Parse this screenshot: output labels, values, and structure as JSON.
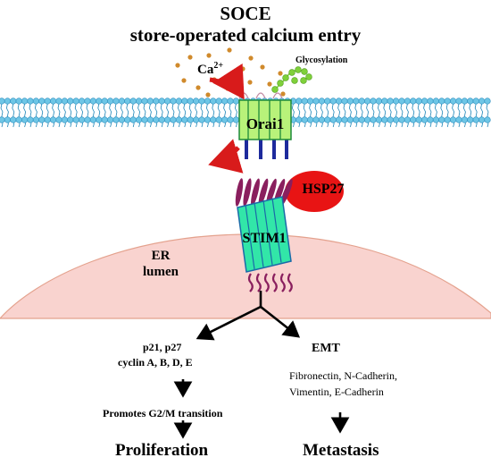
{
  "title": {
    "line1": "SOCE",
    "line2": "store-operated calcium entry"
  },
  "labels": {
    "ion": "Ca",
    "ion_charge": "2+",
    "glycosylation": "Glycosylation",
    "orai": "Orai1",
    "hsp": "HSP27",
    "stim": "STIM1",
    "er_line1": "ER",
    "er_line2": "lumen"
  },
  "left_branch": {
    "markers_line1": "p21, p27",
    "markers_line2": "cyclin A, B, D, E",
    "step": "Promotes G2/M transition",
    "outcome": "Proliferation"
  },
  "right_branch": {
    "header": "EMT",
    "markers_line1": "Fibronectin, N-Cadherin,",
    "markers_line2": "Vimentin, E-Cadherin",
    "outcome": "Metastasis"
  },
  "colors": {
    "membrane_head": "#6ec6e6",
    "membrane_tail": "#1e86b8",
    "channel_fill": "#b8f27a",
    "channel_stroke": "#1e8a3a",
    "ion_dot": "#d08a2c",
    "glyco": "#7fd03a",
    "arrow_red": "#d81b1b",
    "hsp_fill": "#e81414",
    "stim_fill": "#32e6a8",
    "stim_stroke": "#1a6aa8",
    "er_fill": "#f9d3cf",
    "er_stroke": "#e4a28e",
    "stim_loops": "#8a1f5e",
    "orai_pillars": "#1d2a9c"
  }
}
